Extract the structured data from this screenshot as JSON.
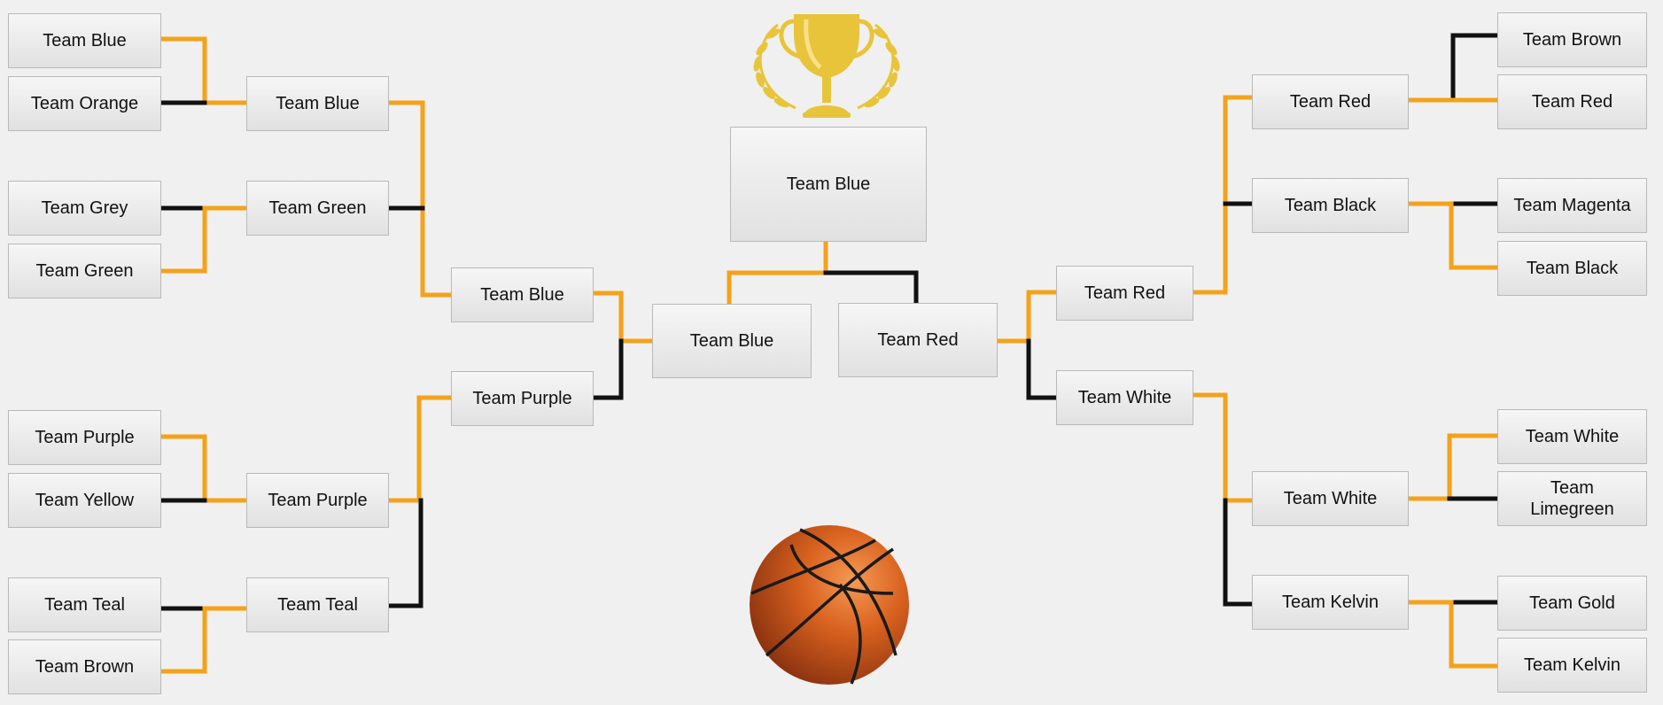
{
  "bracket": {
    "left_round1": [
      "Team Blue",
      "Team Orange",
      "Team Grey",
      "Team Green",
      "Team Purple",
      "Team Yellow",
      "Team Teal",
      "Team Brown"
    ],
    "left_round2": [
      "Team Blue",
      "Team Green",
      "Team Purple",
      "Team Teal"
    ],
    "left_round3": [
      "Team Blue",
      "Team Purple"
    ],
    "left_finalist": "Team Blue",
    "champion": "Team Blue",
    "right_finalist": "Team Red",
    "right_round3": [
      "Team Red",
      "Team White"
    ],
    "right_round2": [
      "Team Red",
      "Team Black",
      "Team White",
      "Team Kelvin"
    ],
    "right_round1": [
      "Team Brown",
      "Team Red",
      "Team Magenta",
      "Team Black",
      "Team White",
      "Team Limegreen",
      "Team Gold",
      "Team Kelvin"
    ]
  },
  "colors": {
    "winner_line": "#f5a21a",
    "loser_line": "#111111",
    "background": "#f0f0f0"
  },
  "icons": {
    "trophy": "trophy-icon",
    "ball": "basketball-icon"
  }
}
